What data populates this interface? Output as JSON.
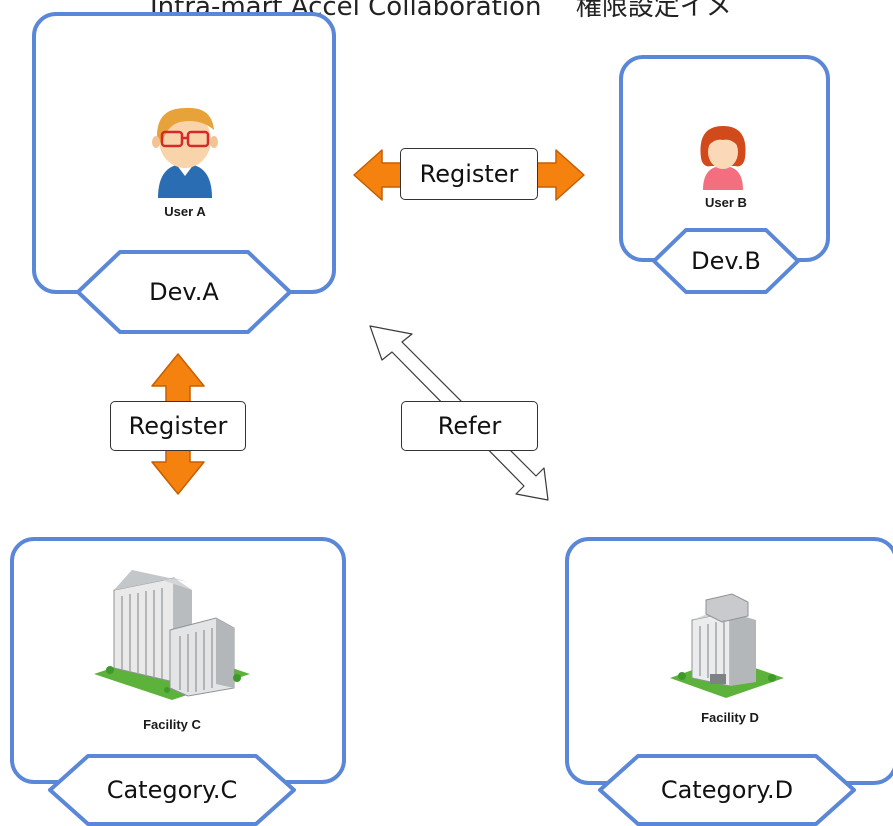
{
  "title": "Intra-mart Accel Collaboration 　権限設定イメ",
  "colors": {
    "panel_border": "#5b87d8",
    "arrow_fill": "#f5820e",
    "arrow_outline": "#c65e00"
  },
  "panels": {
    "dev_a": {
      "user_label": "User A",
      "tag": "Dev.A",
      "icon": "user-male-glasses-icon"
    },
    "dev_b": {
      "user_label": "User B",
      "tag": "Dev.B",
      "icon": "user-female-icon"
    },
    "category_c": {
      "facility_label": "Facility C",
      "tag": "Category.C",
      "icon": "office-building-large-icon"
    },
    "category_d": {
      "facility_label": "Facility D",
      "tag": "Category.D",
      "icon": "office-building-small-icon"
    }
  },
  "relations": {
    "dev_a_dev_b": {
      "label": "Register",
      "style": "orange-double-arrow"
    },
    "dev_a_category_c": {
      "label": "Register",
      "style": "orange-double-arrow"
    },
    "dev_a_category_d": {
      "label": "Refer",
      "style": "outline-double-arrow"
    }
  }
}
